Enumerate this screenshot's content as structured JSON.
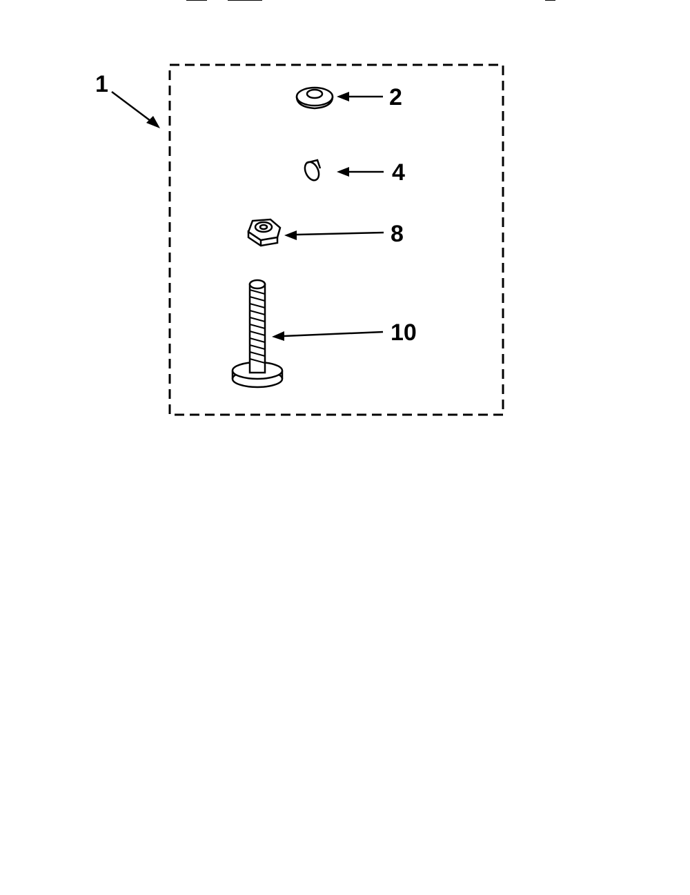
{
  "colors": {
    "ink": "#000000",
    "paper": "#ffffff"
  },
  "callouts": {
    "kit": "1",
    "washer": "2",
    "clip": "4",
    "nut": "8",
    "screw": "10"
  }
}
